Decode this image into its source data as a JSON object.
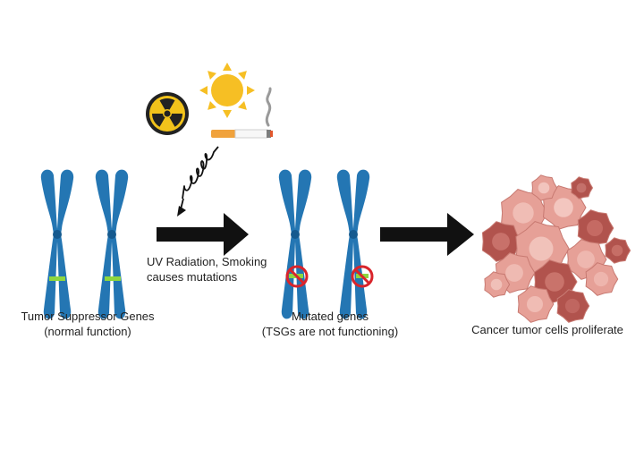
{
  "stages": [
    {
      "id": "normal",
      "line1": "Tumor Suppressor Genes",
      "line2": "(normal function)"
    },
    {
      "id": "mutated",
      "line1": "Mutated genes",
      "line2": "(TSGs are not functioning)"
    },
    {
      "id": "cancer",
      "line1": "Cancer tumor cells proliferate",
      "line2": ""
    }
  ],
  "cause": {
    "line1": "UV Radiation, Smoking",
    "line2": "causes mutations"
  },
  "icons": {
    "radiation": "radiation-hazard-icon",
    "sun": "sun-icon",
    "cigarette": "cigarette-icon",
    "ray": "uv-ray-icon"
  },
  "colors": {
    "chromosome": "#2476b3",
    "chromosome_dark": "#155a8f",
    "gene_band": "#8dd63f",
    "prohibit": "#d9242b",
    "arrow": "#111111",
    "sun": "#f6bf24",
    "radiation": "#f2c31b",
    "cell_light": "#e6a097",
    "cell_dark": "#b1534d"
  }
}
